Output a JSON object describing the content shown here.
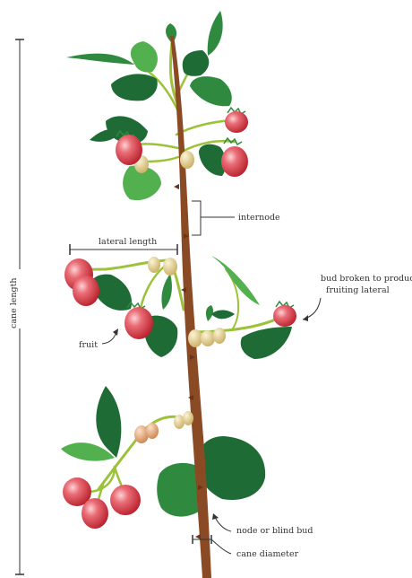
{
  "labels": {
    "cane_length": "cane length",
    "internode": "internode",
    "lateral_length": "lateral length",
    "bud_broken_line1": "bud broken to produce",
    "bud_broken_line2": "fruiting lateral",
    "fruit": "fruit",
    "node_or_blind_bud": "node or blind bud",
    "cane_diameter": "cane diameter"
  },
  "colors": {
    "cane": "#8a4a24",
    "lateral_stem": "#9cc23a",
    "leaf_dark": "#1f6b35",
    "leaf_mid": "#2f8a40",
    "leaf_light": "#52b04e",
    "fruit_red": "#d8323c",
    "fruit_highlight": "#f6a8ae",
    "bud_tan": "#e6d29a",
    "bud_pink": "#e9b07e",
    "annotation": "#333333"
  }
}
